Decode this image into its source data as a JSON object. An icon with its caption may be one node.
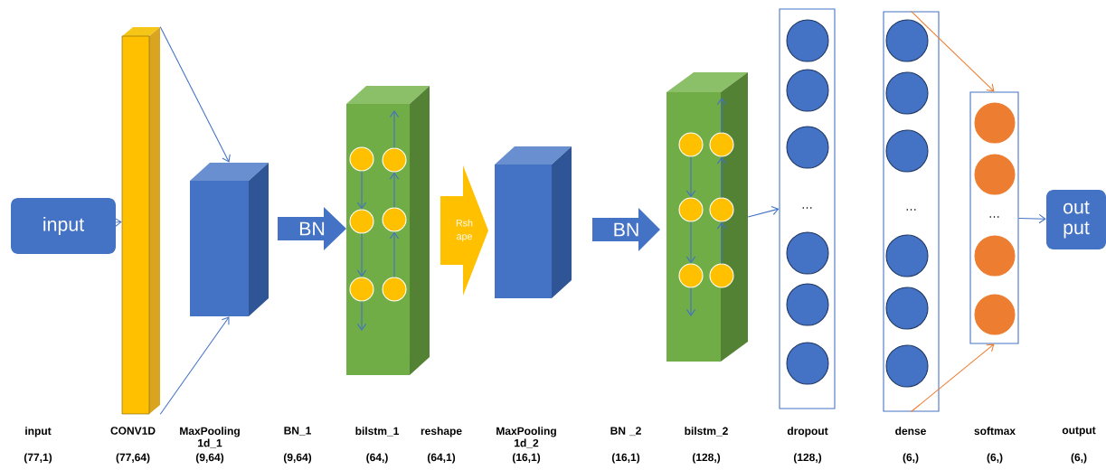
{
  "diagram": {
    "nodes": [
      {
        "text": [
          "input"
        ]
      },
      {
        "text": [],
        "shape": "bar"
      },
      {
        "text": [],
        "shape": "box"
      },
      {
        "text": [
          "BN"
        ]
      },
      {
        "text": [],
        "shape": "box"
      },
      {
        "text": [
          "Rsh ape"
        ]
      },
      {
        "text": [],
        "shape": "box"
      },
      {
        "text": [
          "BN"
        ]
      },
      {
        "text": [],
        "shape": "box"
      },
      {
        "text": [
          "…"
        ]
      },
      {
        "text": [
          "…"
        ]
      },
      {
        "text": [
          "…"
        ]
      },
      {
        "text": [
          "out put"
        ]
      },
      {
        "text": [],
        "shape": "circle",
        "in": 4
      },
      {
        "text": [],
        "shape": "circle",
        "in": 4
      },
      {
        "text": [],
        "shape": "circle",
        "in": 4
      },
      {
        "text": [],
        "shape": "circle",
        "in": 4
      },
      {
        "text": [],
        "shape": "circle",
        "in": 4
      },
      {
        "text": [],
        "shape": "circle",
        "in": 4
      },
      {
        "text": [],
        "shape": "circle",
        "in": 8
      },
      {
        "text": [],
        "shape": "circle",
        "in": 8
      },
      {
        "text": [],
        "shape": "circle",
        "in": 8
      },
      {
        "text": [],
        "shape": "circle",
        "in": 8
      },
      {
        "text": [],
        "shape": "circle",
        "in": 8
      },
      {
        "text": [],
        "shape": "circle",
        "in": 8
      },
      {
        "text": [],
        "shape": "circle",
        "in": 9
      },
      {
        "text": [],
        "shape": "circle",
        "in": 9
      },
      {
        "text": [],
        "shape": "circle",
        "in": 9
      },
      {
        "text": [],
        "shape": "circle",
        "in": 9
      },
      {
        "text": [],
        "shape": "circle",
        "in": 9
      },
      {
        "text": [],
        "shape": "circle",
        "in": 9
      },
      {
        "text": [],
        "shape": "circle",
        "in": 10
      },
      {
        "text": [],
        "shape": "circle",
        "in": 10
      },
      {
        "text": [],
        "shape": "circle",
        "in": 10
      },
      {
        "text": [],
        "shape": "circle",
        "in": 10
      },
      {
        "text": [],
        "shape": "circle",
        "in": 10
      },
      {
        "text": [],
        "shape": "circle",
        "in": 10
      },
      {
        "text": [],
        "shape": "circle",
        "in": 11
      },
      {
        "text": [],
        "shape": "circle",
        "in": 11
      },
      {
        "text": [],
        "shape": "circle",
        "in": 11
      },
      {
        "text": [],
        "shape": "circle",
        "in": 11
      }
    ],
    "edges": [
      {
        "from": 0,
        "to": 1,
        "arrow": "to"
      },
      {
        "from": 1,
        "to": 2,
        "arrow": "to"
      },
      {
        "from": 1,
        "to": 2,
        "arrow": "to"
      },
      {
        "from": 8,
        "to": 9,
        "arrow": "to"
      },
      {
        "from": 10,
        "to": 11,
        "arrow": "to",
        "color": "#ed7d31"
      },
      {
        "from": 10,
        "to": 11,
        "arrow": "to",
        "color": "#ed7d31"
      },
      {
        "from": 11,
        "to": 12,
        "arrow": "to"
      },
      {
        "from": 13,
        "to": 14,
        "arrow": "to"
      },
      {
        "from": 14,
        "to": 15,
        "arrow": "to"
      },
      {
        "from": 15,
        "to": null,
        "arrow": "to"
      },
      {
        "from": 18,
        "to": 17,
        "arrow": "to"
      },
      {
        "from": 17,
        "to": 16,
        "arrow": "to"
      },
      {
        "from": 16,
        "to": null,
        "arrow": "to"
      },
      {
        "from": 19,
        "to": 20,
        "arrow": "to"
      },
      {
        "from": 20,
        "to": 21,
        "arrow": "to"
      },
      {
        "from": 21,
        "to": null,
        "arrow": "to"
      },
      {
        "from": 24,
        "to": 23,
        "arrow": "to"
      },
      {
        "from": 23,
        "to": 22,
        "arrow": "to"
      },
      {
        "from": 22,
        "to": null,
        "arrow": "to"
      }
    ],
    "labels": [
      "input",
      "CONV1D",
      "MaxPooling 1d_1",
      "BN_1",
      "bilstm_1",
      "reshape",
      "MaxPooling 1d_2",
      "BN _2",
      "bilstm_2",
      "dropout",
      "dense",
      "softmax",
      "output",
      "(77,1)",
      "(77,64)",
      "(9,64)",
      "(9,64)",
      "(64,)",
      "(64,1)",
      "(16,1)",
      "(16,1)",
      "(128,)",
      "(128,)",
      "(6,)",
      "(6,)",
      "(6,)"
    ]
  }
}
